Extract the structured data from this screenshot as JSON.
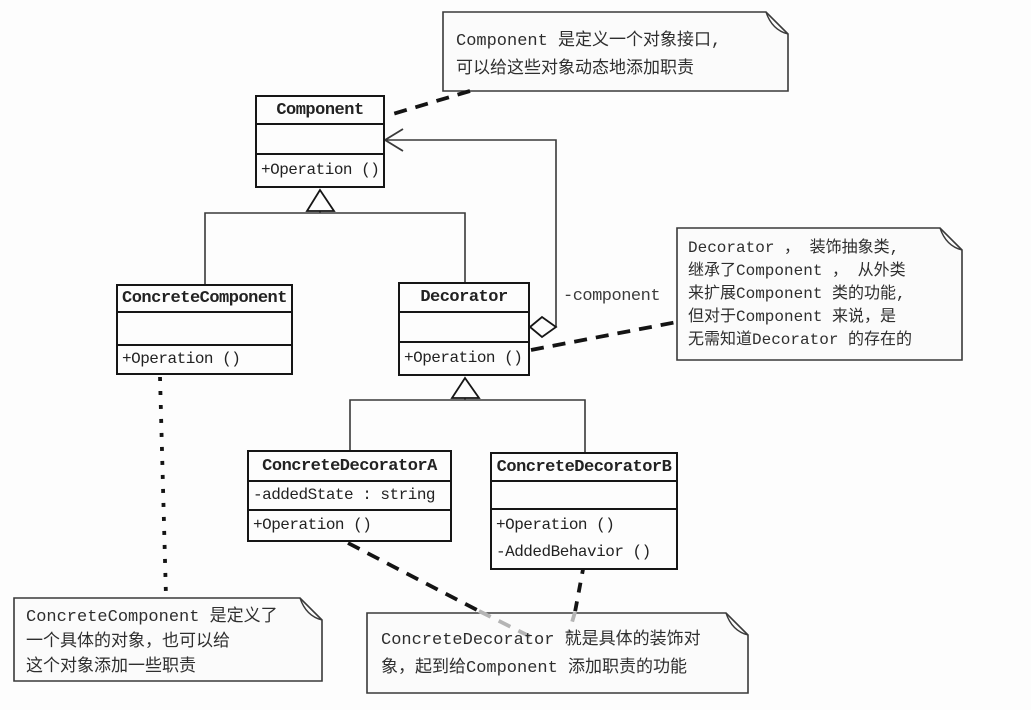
{
  "colors": {
    "line": "#3a3a3a",
    "box_border": "#161616",
    "box_fill": "#fdfdfd",
    "note_fill": "#fbfbfb",
    "note_border": "#3a3a3a",
    "dashed_link": "#141414",
    "dashed_link_faded": "#b4b4b4",
    "text": "#222222"
  },
  "classes": [
    {
      "name": "Component",
      "attributes": [],
      "methods": [
        "+Operation ()"
      ]
    },
    {
      "name": "ConcreteComponent",
      "attributes": [],
      "methods": [
        "+Operation ()"
      ]
    },
    {
      "name": "Decorator",
      "attributes": [],
      "methods": [
        "+Operation ()"
      ]
    },
    {
      "name": "ConcreteDecoratorA",
      "attributes": [
        "-addedState : string"
      ],
      "methods": [
        "+Operation ()"
      ]
    },
    {
      "name": "ConcreteDecoratorB",
      "attributes": [],
      "methods": [
        "+Operation ()",
        "-AddedBehavior ()"
      ]
    }
  ],
  "relationships": {
    "aggregation_role_label": "-component"
  },
  "notes": [
    {
      "target": "Component",
      "lines": [
        "Component 是定义一个对象接口,",
        "可以给这些对象动态地添加职责"
      ]
    },
    {
      "target": "Decorator",
      "lines": [
        "Decorator ， 装饰抽象类,",
        "继承了Component ， 从外类",
        "来扩展Component 类的功能,",
        "但对于Component 来说，是",
        "无需知道Decorator 的存在的"
      ]
    },
    {
      "target": "ConcreteComponent",
      "lines": [
        "ConcreteComponent 是定义了",
        "一个具体的对象，也可以给",
        "这个对象添加一些职责"
      ]
    },
    {
      "target": "ConcreteDecorator",
      "lines": [
        "ConcreteDecorator 就是具体的装饰对",
        "象，起到给Component 添加职责的功能"
      ]
    }
  ]
}
